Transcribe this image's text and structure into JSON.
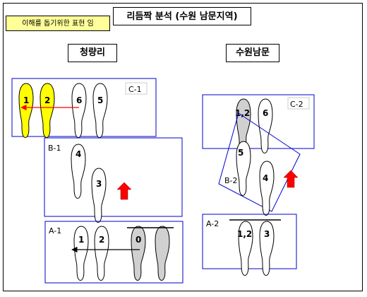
{
  "note": "이해를 돕기위한 표현 임",
  "title": "리듬짝 분석 (수원 남문지역)",
  "locations": {
    "left": "청량리",
    "right": "수원남문"
  },
  "boxes": {
    "c1": {
      "label": "C-1",
      "feet": [
        "1",
        "2",
        "6",
        "5"
      ]
    },
    "b1": {
      "label": "B-1",
      "feet": [
        "4",
        "3"
      ]
    },
    "a1": {
      "label": "A-1",
      "feet": [
        "1",
        "2",
        "0"
      ]
    },
    "c2": {
      "label": "C-2",
      "feet": [
        "1,2",
        "6"
      ]
    },
    "b2": {
      "label": "B-2",
      "feet": [
        "5",
        "4"
      ]
    },
    "a2": {
      "label": "A-2",
      "feet": [
        "1,2",
        "3"
      ]
    }
  },
  "colors": {
    "yellow": "#ffff00",
    "gray": "#d0d0d0",
    "box_border": "#0000cc",
    "arrow_red": "#ff0000"
  }
}
